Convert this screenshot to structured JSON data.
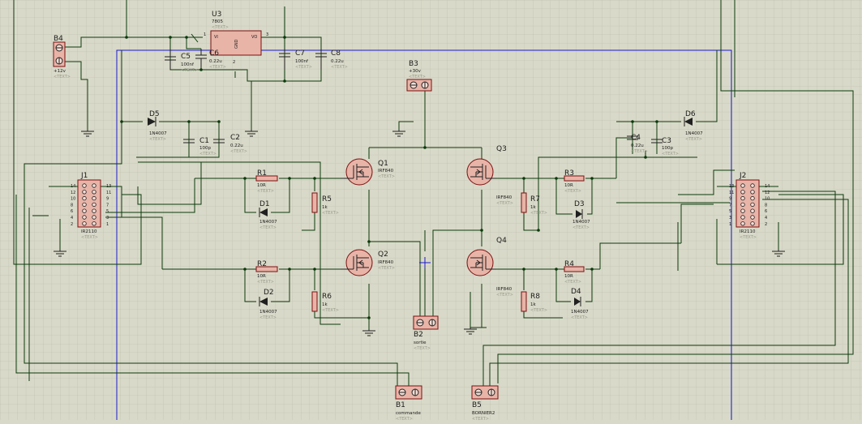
{
  "title": "",
  "colors": {
    "background": "#d9d9c9",
    "grid": "#c3c3b3",
    "wire": "#0a3a0a",
    "component_fill": "#e8b4a8",
    "component_outline": "#7a1010",
    "sheet_border": "#1a1acc"
  },
  "placeholder": "<TEXT>",
  "components": {
    "U3": {
      "ref": "U3",
      "value": "7805",
      "pins": {
        "vi": "VI",
        "vo": "VO",
        "gnd": "GND",
        "n1": "1",
        "n2": "2",
        "n3": "3"
      }
    },
    "B4": {
      "ref": "B4",
      "value": "+12v"
    },
    "B3": {
      "ref": "B3",
      "value": "+30v"
    },
    "B2": {
      "ref": "B2",
      "value": "sortie"
    },
    "B1": {
      "ref": "B1",
      "value": "commande"
    },
    "B5": {
      "ref": "B5",
      "value": "BORNIER2"
    },
    "C5": {
      "ref": "C5",
      "value": "100nf"
    },
    "C6": {
      "ref": "C6",
      "value": "0.22u"
    },
    "C7": {
      "ref": "C7",
      "value": "100nf"
    },
    "C8": {
      "ref": "C8",
      "value": "0.22u"
    },
    "C1": {
      "ref": "C1",
      "value": "100p"
    },
    "C2": {
      "ref": "C2",
      "value": "0.22u"
    },
    "C3": {
      "ref": "C3",
      "value": "100p"
    },
    "C4": {
      "ref": "C4",
      "value": "0.22u"
    },
    "D5": {
      "ref": "D5",
      "value": "1N4007"
    },
    "D6": {
      "ref": "D6",
      "value": "1N4007"
    },
    "D1": {
      "ref": "D1",
      "value": "1N4007"
    },
    "D2": {
      "ref": "D2",
      "value": "1N4007"
    },
    "D3": {
      "ref": "D3",
      "value": "1N4007"
    },
    "D4": {
      "ref": "D4",
      "value": "1N4007"
    },
    "R1": {
      "ref": "R1",
      "value": "10R"
    },
    "R2": {
      "ref": "R2",
      "value": "10R"
    },
    "R3": {
      "ref": "R3",
      "value": "10R"
    },
    "R4": {
      "ref": "R4",
      "value": "10R"
    },
    "R5": {
      "ref": "R5",
      "value": "1k"
    },
    "R6": {
      "ref": "R6",
      "value": "1k"
    },
    "R7": {
      "ref": "R7",
      "value": "1k"
    },
    "R8": {
      "ref": "R8",
      "value": "1k"
    },
    "Q1": {
      "ref": "Q1",
      "value": "IRF840"
    },
    "Q2": {
      "ref": "Q2",
      "value": "IRF840"
    },
    "Q3": {
      "ref": "Q3",
      "value": ""
    },
    "Q3v": {
      "value": "IRF840"
    },
    "Q4": {
      "ref": "Q4",
      "value": ""
    },
    "Q4v": {
      "value": "IRF840"
    },
    "J1": {
      "ref": "J1",
      "value": "IR2110",
      "pins_left": [
        "14",
        "12",
        "10",
        "8",
        "6",
        "4",
        "2"
      ],
      "pins_right": [
        "13",
        "11",
        "9",
        "7",
        "5",
        "3",
        "1"
      ]
    },
    "J2": {
      "ref": "J2",
      "value": "IR2110",
      "pins_left": [
        "13",
        "11",
        "9",
        "7",
        "5",
        "3",
        "1"
      ],
      "pins_right": [
        "14",
        "12",
        "10",
        "8",
        "6",
        "4",
        "2"
      ]
    }
  }
}
